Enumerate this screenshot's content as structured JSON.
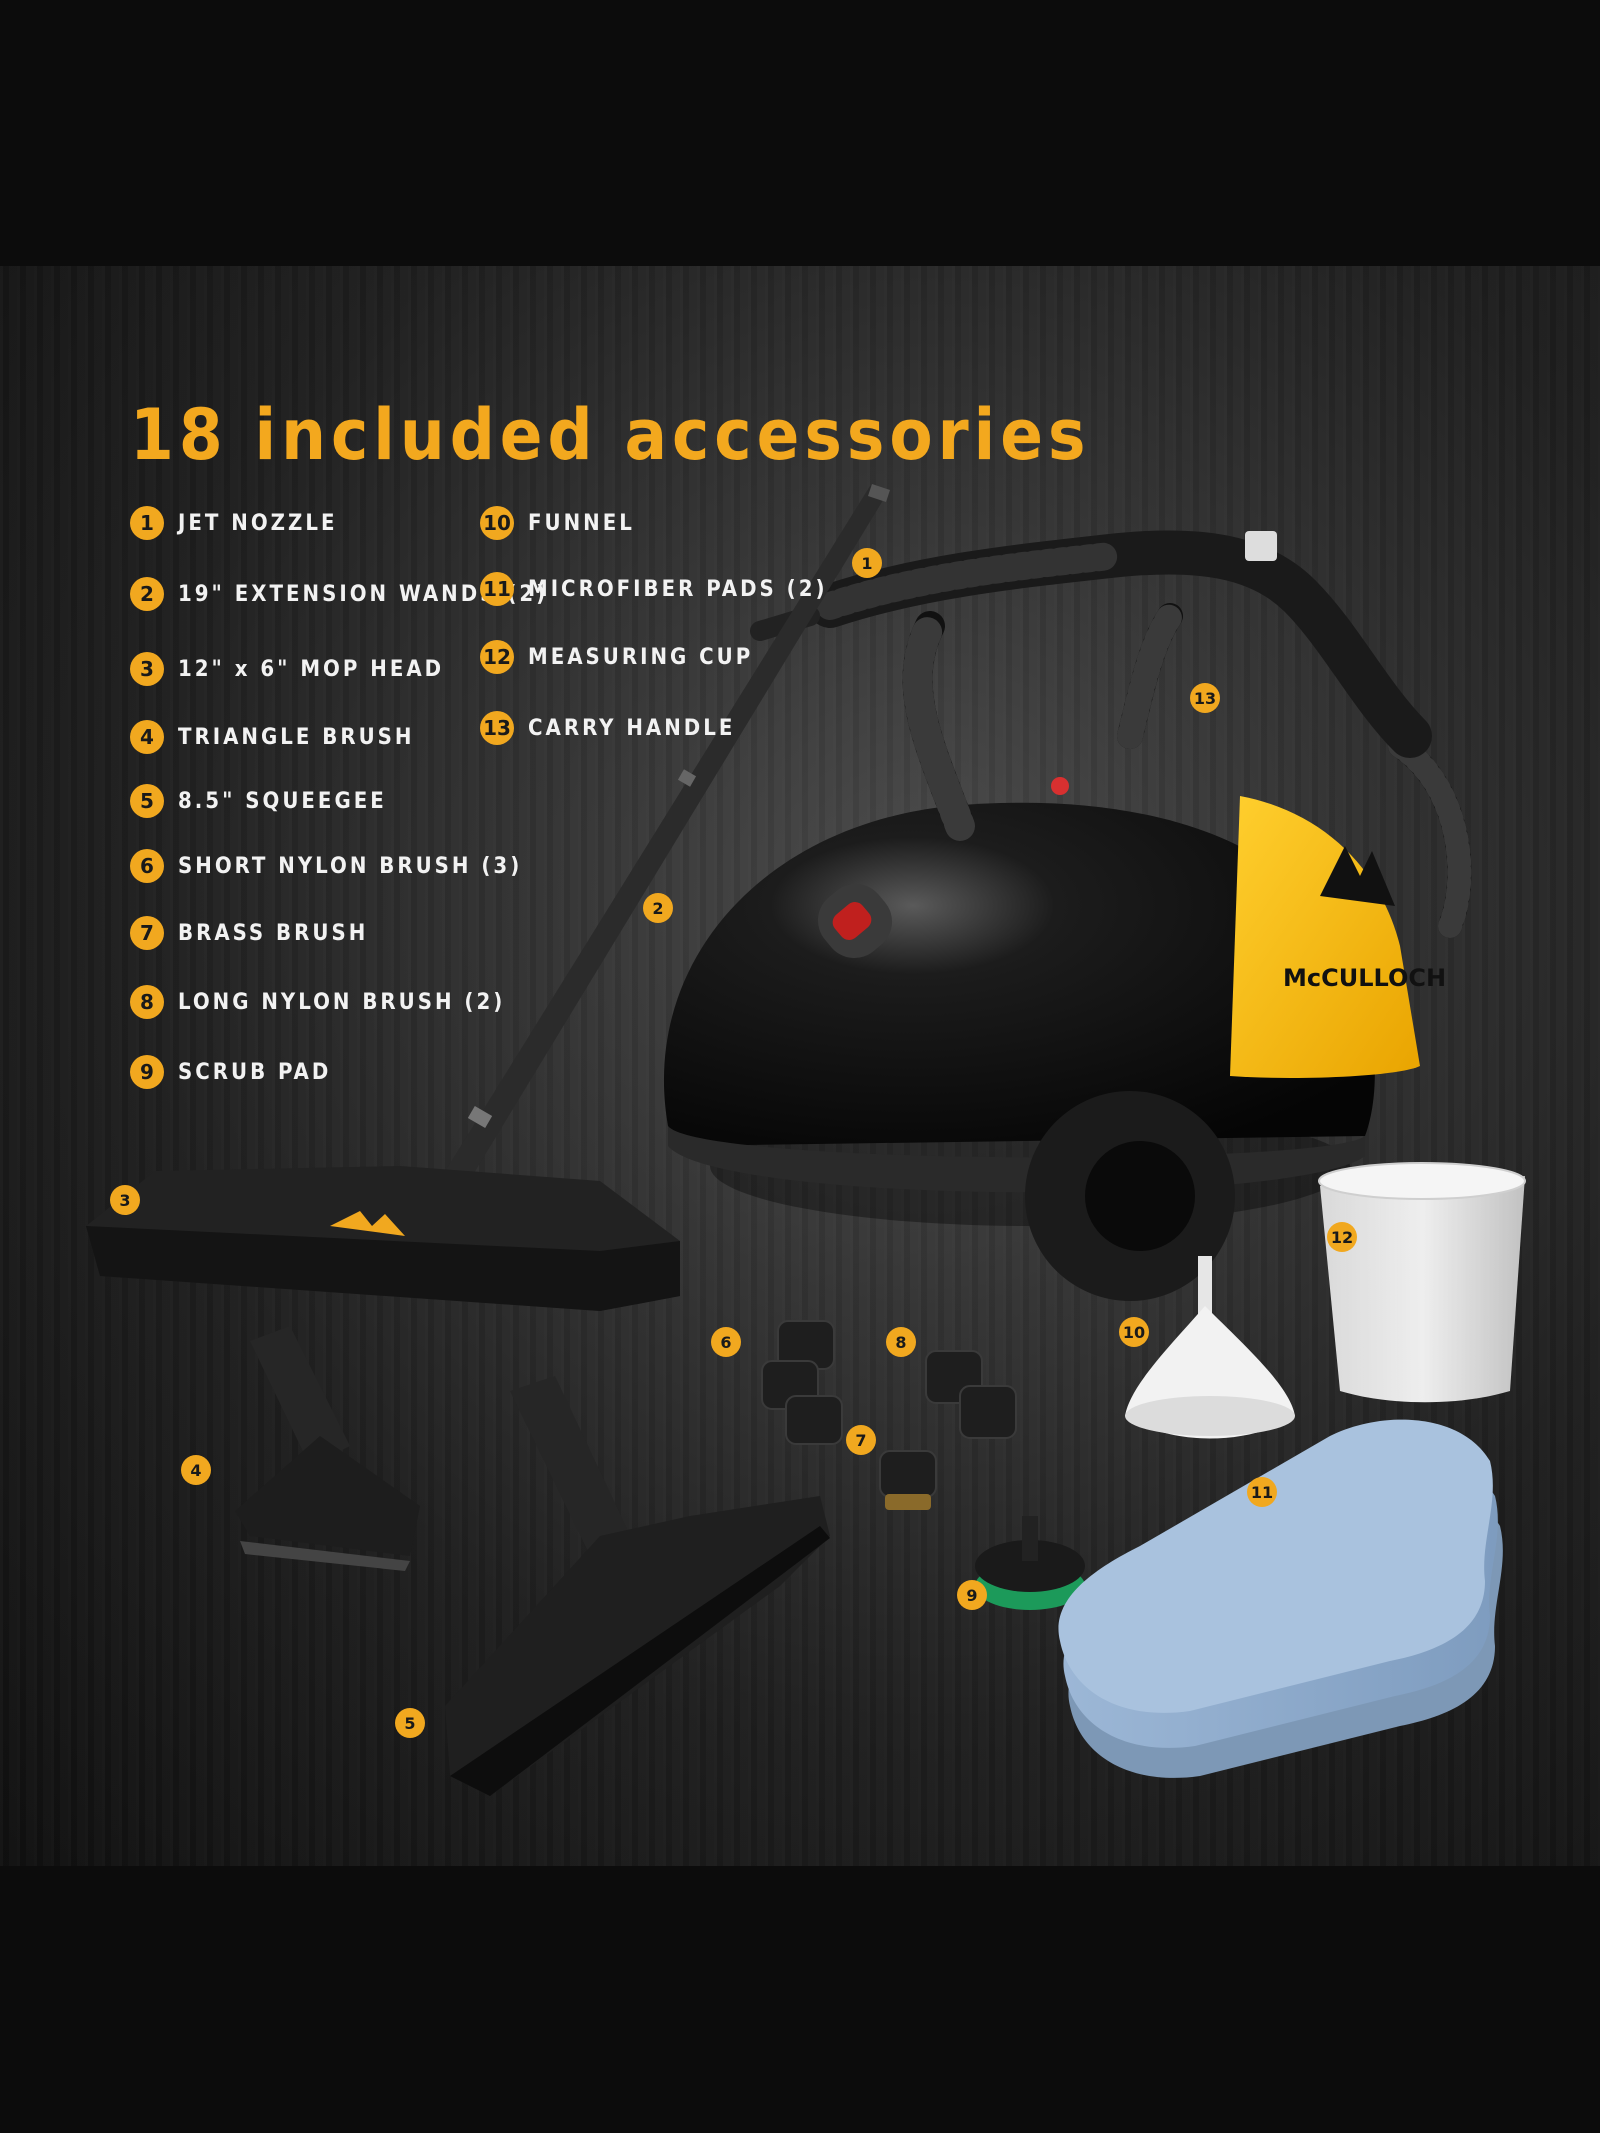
{
  "heading": "18 included accessories",
  "brand": "McCULLOCH",
  "accent_color": "#f1a81f",
  "accessories": [
    {
      "num": "1",
      "label": "JET NOZZLE"
    },
    {
      "num": "2",
      "label": "19\" EXTENSION WANDS (2)"
    },
    {
      "num": "3",
      "label": "12\" x 6\" MOP HEAD"
    },
    {
      "num": "4",
      "label": "TRIANGLE BRUSH"
    },
    {
      "num": "5",
      "label": "8.5\" SQUEEGEE"
    },
    {
      "num": "6",
      "label": "SHORT NYLON BRUSH (3)"
    },
    {
      "num": "7",
      "label": "BRASS BRUSH"
    },
    {
      "num": "8",
      "label": "LONG NYLON BRUSH (2)"
    },
    {
      "num": "9",
      "label": "SCRUB PAD"
    },
    {
      "num": "10",
      "label": "FUNNEL"
    },
    {
      "num": "11",
      "label": "MICROFIBER PADS (2)"
    },
    {
      "num": "12",
      "label": "MEASURING CUP"
    },
    {
      "num": "13",
      "label": "CARRY HANDLE"
    }
  ]
}
